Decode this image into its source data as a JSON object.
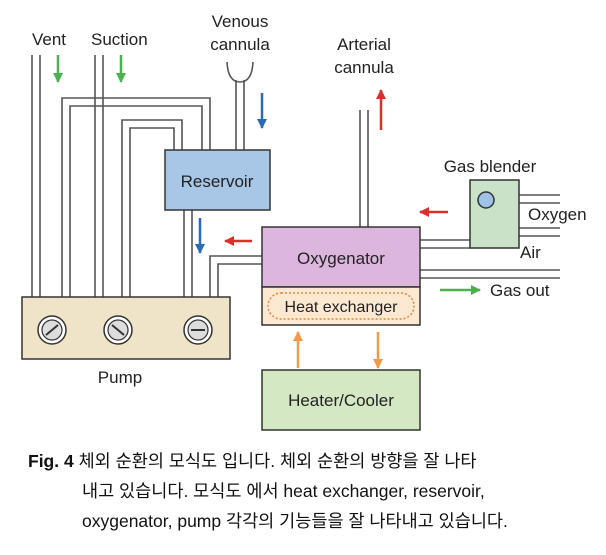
{
  "labels": {
    "vent": "Vent",
    "suction": "Suction",
    "venous_cannula_1": "Venous",
    "venous_cannula_2": "cannula",
    "arterial_cannula_1": "Arterial",
    "arterial_cannula_2": "cannula",
    "reservoir": "Reservoir",
    "gas_blender": "Gas blender",
    "oxygen": "Oxygen",
    "air": "Air",
    "oxygenator": "Oxygenator",
    "heat_exchanger": "Heat exchanger",
    "gas_out": "Gas out",
    "pump": "Pump",
    "heater_cooler": "Heater/Cooler"
  },
  "colors": {
    "reservoir_fill": "#a8c6e6",
    "oxygenator_fill": "#dcb6dc",
    "heat_exchanger_fill": "#fde9d2",
    "heater_cooler_fill": "#d5e8c4",
    "pump_fill": "#efe3c8",
    "gas_blender_fill": "#c9e2c8",
    "arrow_green": "#4caf50",
    "arrow_red": "#d9302c",
    "arrow_blue": "#2a6bb5",
    "arrow_orange": "#f2994a"
  },
  "caption": {
    "fig_label": "Fig. 4",
    "line1": " 체외 순환의 모식도 입니다. 체외 순환의 방향을 잘 나타",
    "line2": "내고   있습니다. 모식도 에서 heat exchanger, reservoir,",
    "line3": "oxygenator, pump 각각의 기능들을 잘 나타내고 있습니다."
  }
}
